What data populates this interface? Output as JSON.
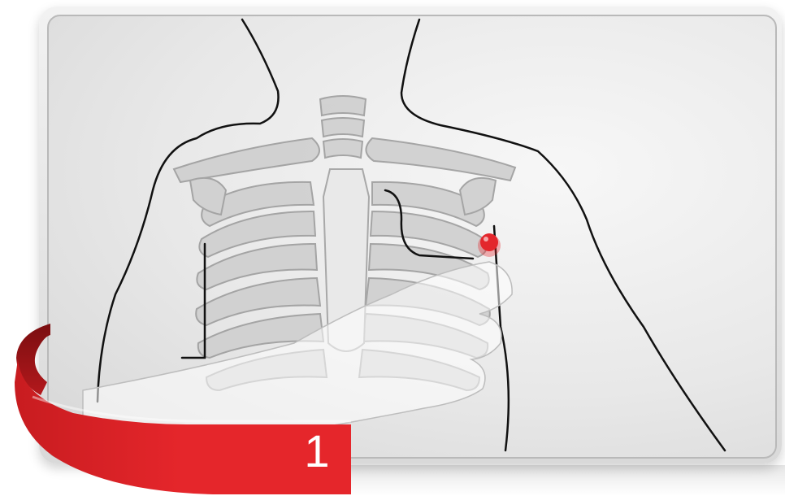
{
  "step": {
    "number": "1"
  },
  "colors": {
    "ribbon_red": "#e5262b",
    "ribbon_dark": "#9b1518",
    "marker_red": "#e3262c",
    "outline": "#111111",
    "bone_fill": "#c9c9c9",
    "bone_stroke": "#9a9a9a"
  },
  "icons": {
    "marker": "pain-point-dot",
    "figure": "torso-ribcage-illustration"
  }
}
